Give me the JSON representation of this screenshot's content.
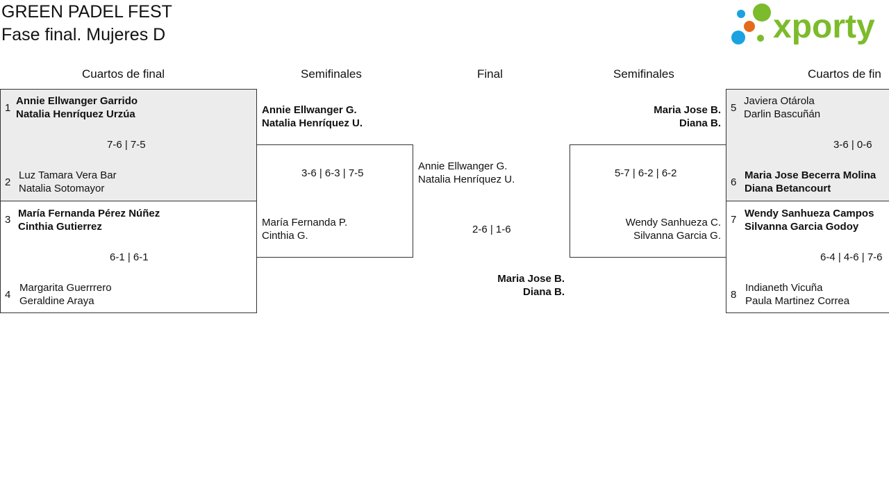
{
  "header": {
    "tournament": "GREEN PADEL FEST",
    "phase": "Fase final. Mujeres D",
    "logo_text": "xporty",
    "logo_colors": {
      "green": "#7cbb2b",
      "blue": "#1aa3e0",
      "orange": "#e46a1c"
    }
  },
  "rounds": {
    "qf_left": "Cuartos de final",
    "sf_left": "Semifinales",
    "final": "Final",
    "sf_right": "Semifinales",
    "qf_right": "Cuartos de fin"
  },
  "qf_left": [
    {
      "seed_a": "1",
      "team_a": [
        "Annie Ellwanger Garrido",
        "Natalia Henríquez Urzúa"
      ],
      "score": "7-6 | 7-5",
      "seed_b": "2",
      "team_b": [
        "Luz Tamara Vera Bar",
        "Natalia Sotomayor"
      ]
    },
    {
      "seed_a": "3",
      "team_a": [
        "María Fernanda Pérez Núñez",
        "Cinthia Gutierrez"
      ],
      "score": "6-1 | 6-1",
      "seed_b": "4",
      "team_b": [
        "Margarita Guerrrero",
        "Geraldine Araya"
      ]
    }
  ],
  "sf_left": {
    "team_a": [
      "Annie Ellwanger G.",
      "Natalia Henríquez U."
    ],
    "score": "3-6 | 6-3 | 7-5",
    "team_b": [
      "María Fernanda P.",
      "Cinthia G."
    ]
  },
  "final": {
    "team_a": [
      "Annie Ellwanger G.",
      "Natalia Henríquez U."
    ],
    "score": "2-6 | 1-6",
    "winner": [
      "Maria Jose B.",
      "Diana B."
    ]
  },
  "sf_right": {
    "team_a": [
      "Maria Jose B.",
      "Diana B."
    ],
    "score": "5-7 | 6-2 | 6-2",
    "team_b": [
      "Wendy Sanhueza C.",
      "Silvanna Garcia G."
    ]
  },
  "qf_right": [
    {
      "seed_a": "5",
      "team_a": [
        "Javiera Otárola",
        "Darlin Bascuñán"
      ],
      "score": "3-6 | 0-6",
      "seed_b": "6",
      "team_b": [
        "Maria Jose Becerra Molina",
        "Diana Betancourt"
      ]
    },
    {
      "seed_a": "7",
      "team_a": [
        "Wendy Sanhueza Campos",
        "Silvanna Garcia Godoy"
      ],
      "score": "6-4 | 4-6 | 7-6",
      "seed_b": "8",
      "team_b": [
        "Indianeth Vicuña",
        "Paula Martinez Correa"
      ]
    }
  ]
}
